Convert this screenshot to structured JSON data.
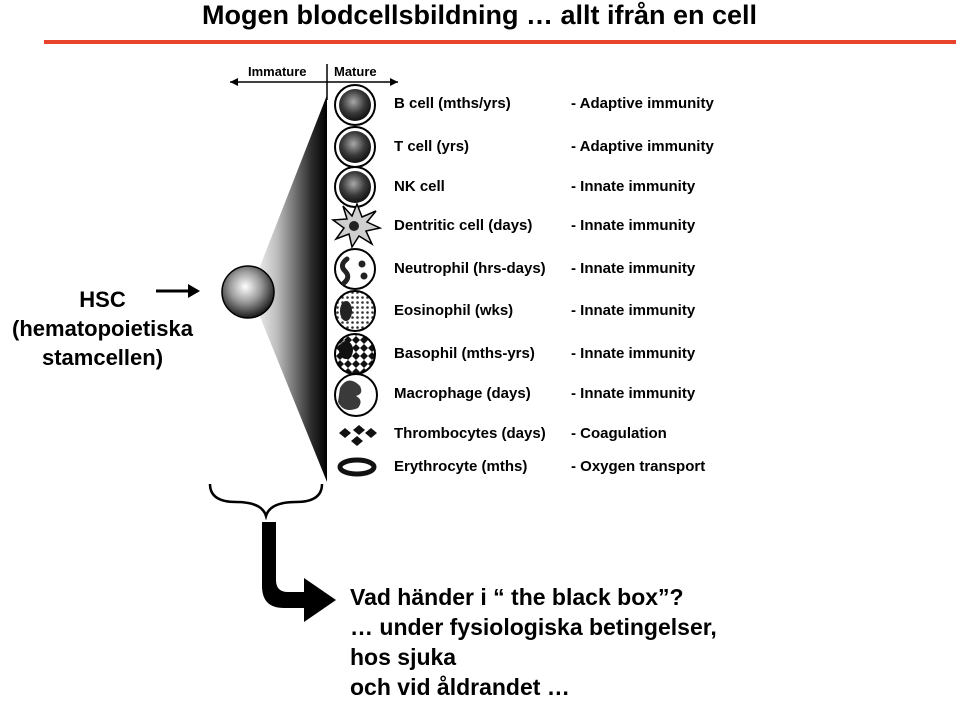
{
  "title": "Mogen blodcellsbildning … allt ifrån en cell",
  "axis": {
    "immature": "Immature",
    "mature": "Mature"
  },
  "hsc": {
    "line1": "HSC",
    "line2": "(hematopoietiska",
    "line3": "stamcellen)"
  },
  "cells": [
    {
      "name": "B cell (mths/yrs)",
      "function": "- Adaptive immunity",
      "icon": "lymphocyte"
    },
    {
      "name": "T cell (yrs)",
      "function": "- Adaptive immunity",
      "icon": "lymphocyte"
    },
    {
      "name": "NK cell",
      "function": "- Innate immunity",
      "icon": "lymphocyte"
    },
    {
      "name": "Dentritic cell (days)",
      "function": "- Innate immunity",
      "icon": "dendritic-star"
    },
    {
      "name": "Neutrophil (hrs-days)",
      "function": "- Innate immunity",
      "icon": "neutrophil"
    },
    {
      "name": "Eosinophil (wks)",
      "function": "- Innate immunity",
      "icon": "eosinophil"
    },
    {
      "name": "Basophil (mths-yrs)",
      "function": "- Innate immunity",
      "icon": "basophil"
    },
    {
      "name": "Macrophage (days)",
      "function": "- Innate immunity",
      "icon": "macrophage"
    },
    {
      "name": "Thrombocytes (days)",
      "function": "- Coagulation",
      "icon": "platelets"
    },
    {
      "name": "Erythrocyte (mths)",
      "function": "- Oxygen transport",
      "icon": "erythrocyte-ring"
    }
  ],
  "question": {
    "line1": "Vad händer i “ the black box”?",
    "line2": "… under fysiologiska betingelser,",
    "line3": "hos sjuka",
    "line4": "och vid åldrandet …"
  },
  "colors": {
    "title_rule": "#e8432d"
  }
}
